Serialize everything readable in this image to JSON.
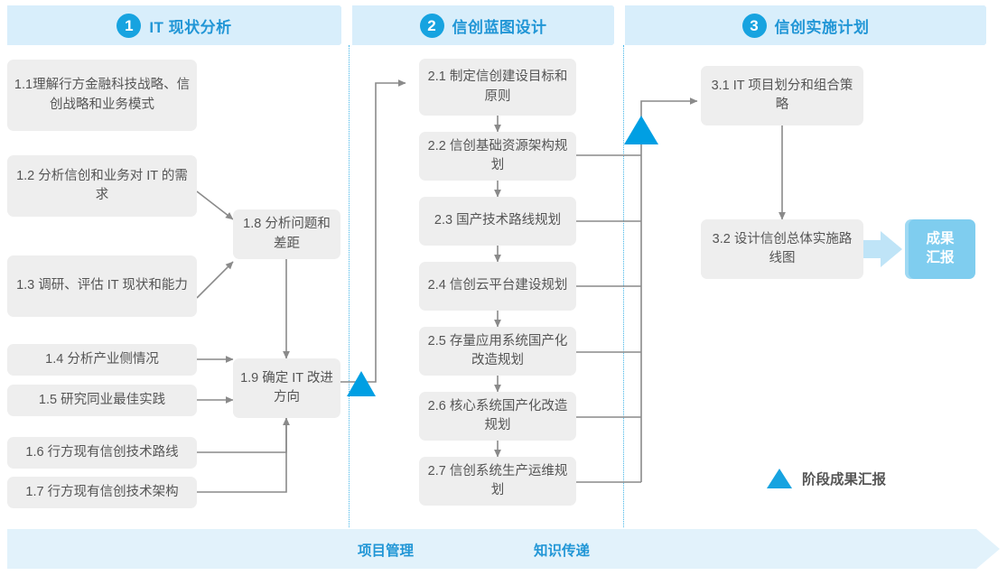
{
  "phases": [
    {
      "num": "1",
      "title": "IT 现状分析"
    },
    {
      "num": "2",
      "title": "信创蓝图设计"
    },
    {
      "num": "3",
      "title": "信创实施计划"
    }
  ],
  "boxes": [
    {
      "id": "1.1",
      "text": "1.1理解行方金融科技战略、信创战略和业务模式"
    },
    {
      "id": "1.2",
      "text": "1.2 分析信创和业务对 IT 的需求"
    },
    {
      "id": "1.3",
      "text": "1.3 调研、评估 IT 现状和能力"
    },
    {
      "id": "1.4",
      "text": "1.4 分析产业侧情况"
    },
    {
      "id": "1.5",
      "text": "1.5 研究同业最佳实践"
    },
    {
      "id": "1.6",
      "text": "1.6 行方现有信创技术路线"
    },
    {
      "id": "1.7",
      "text": "1.7 行方现有信创技术架构"
    },
    {
      "id": "1.8",
      "text": "1.8 分析问题和差距"
    },
    {
      "id": "1.9",
      "text": "1.9 确定 IT 改进方向"
    },
    {
      "id": "2.1",
      "text": "2.1 制定信创建设目标和原则"
    },
    {
      "id": "2.2",
      "text": "2.2 信创基础资源架构规划"
    },
    {
      "id": "2.3",
      "text": "2.3 国产技术路线规划"
    },
    {
      "id": "2.4",
      "text": "2.4 信创云平台建设规划"
    },
    {
      "id": "2.5",
      "text": "2.5 存量应用系统国产化改造规划"
    },
    {
      "id": "2.6",
      "text": "2.6 核心系统国产化改造规划"
    },
    {
      "id": "2.7",
      "text": "2.7 信创系统生产运维规划"
    },
    {
      "id": "3.1",
      "text": "3.1 IT 项目划分和组合策略"
    },
    {
      "id": "3.2",
      "text": "3.2 设计信创总体实施路线图"
    }
  ],
  "result_badge": {
    "line1": "成果",
    "line2": "汇报"
  },
  "legend": {
    "label": "阶段成果汇报",
    "marker": "triangle-marker"
  },
  "bottom_bar": {
    "labels": [
      "项目管理",
      "知识传递"
    ]
  },
  "colors": {
    "accent": "#17a3e0",
    "phase_band": "#d8eefb",
    "phase_title": "#2196d6",
    "box_fill": "#eeeeee",
    "box_text": "#555555",
    "badge_fill": "#7fcdef",
    "bottom_band": "#e2f2fb",
    "connector": "#8a8a8a",
    "divider": "#45b6e8"
  }
}
